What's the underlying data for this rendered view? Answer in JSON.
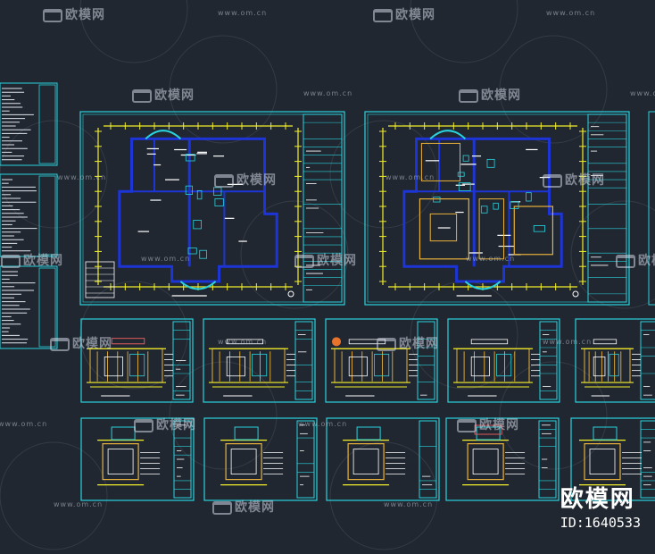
{
  "watermark": {
    "logo_text": "欧模网",
    "url_text": "www.om.cn"
  },
  "brand": {
    "name": "欧模网",
    "id_label": "ID:1640533"
  },
  "colors": {
    "background": "#202731",
    "frame": "#29d3dd",
    "wall": "#1d35d6",
    "dimension": "#f2ee2a",
    "furniture": "#e8b13a",
    "detail": "#e05a5a",
    "text": "#ffffff"
  }
}
